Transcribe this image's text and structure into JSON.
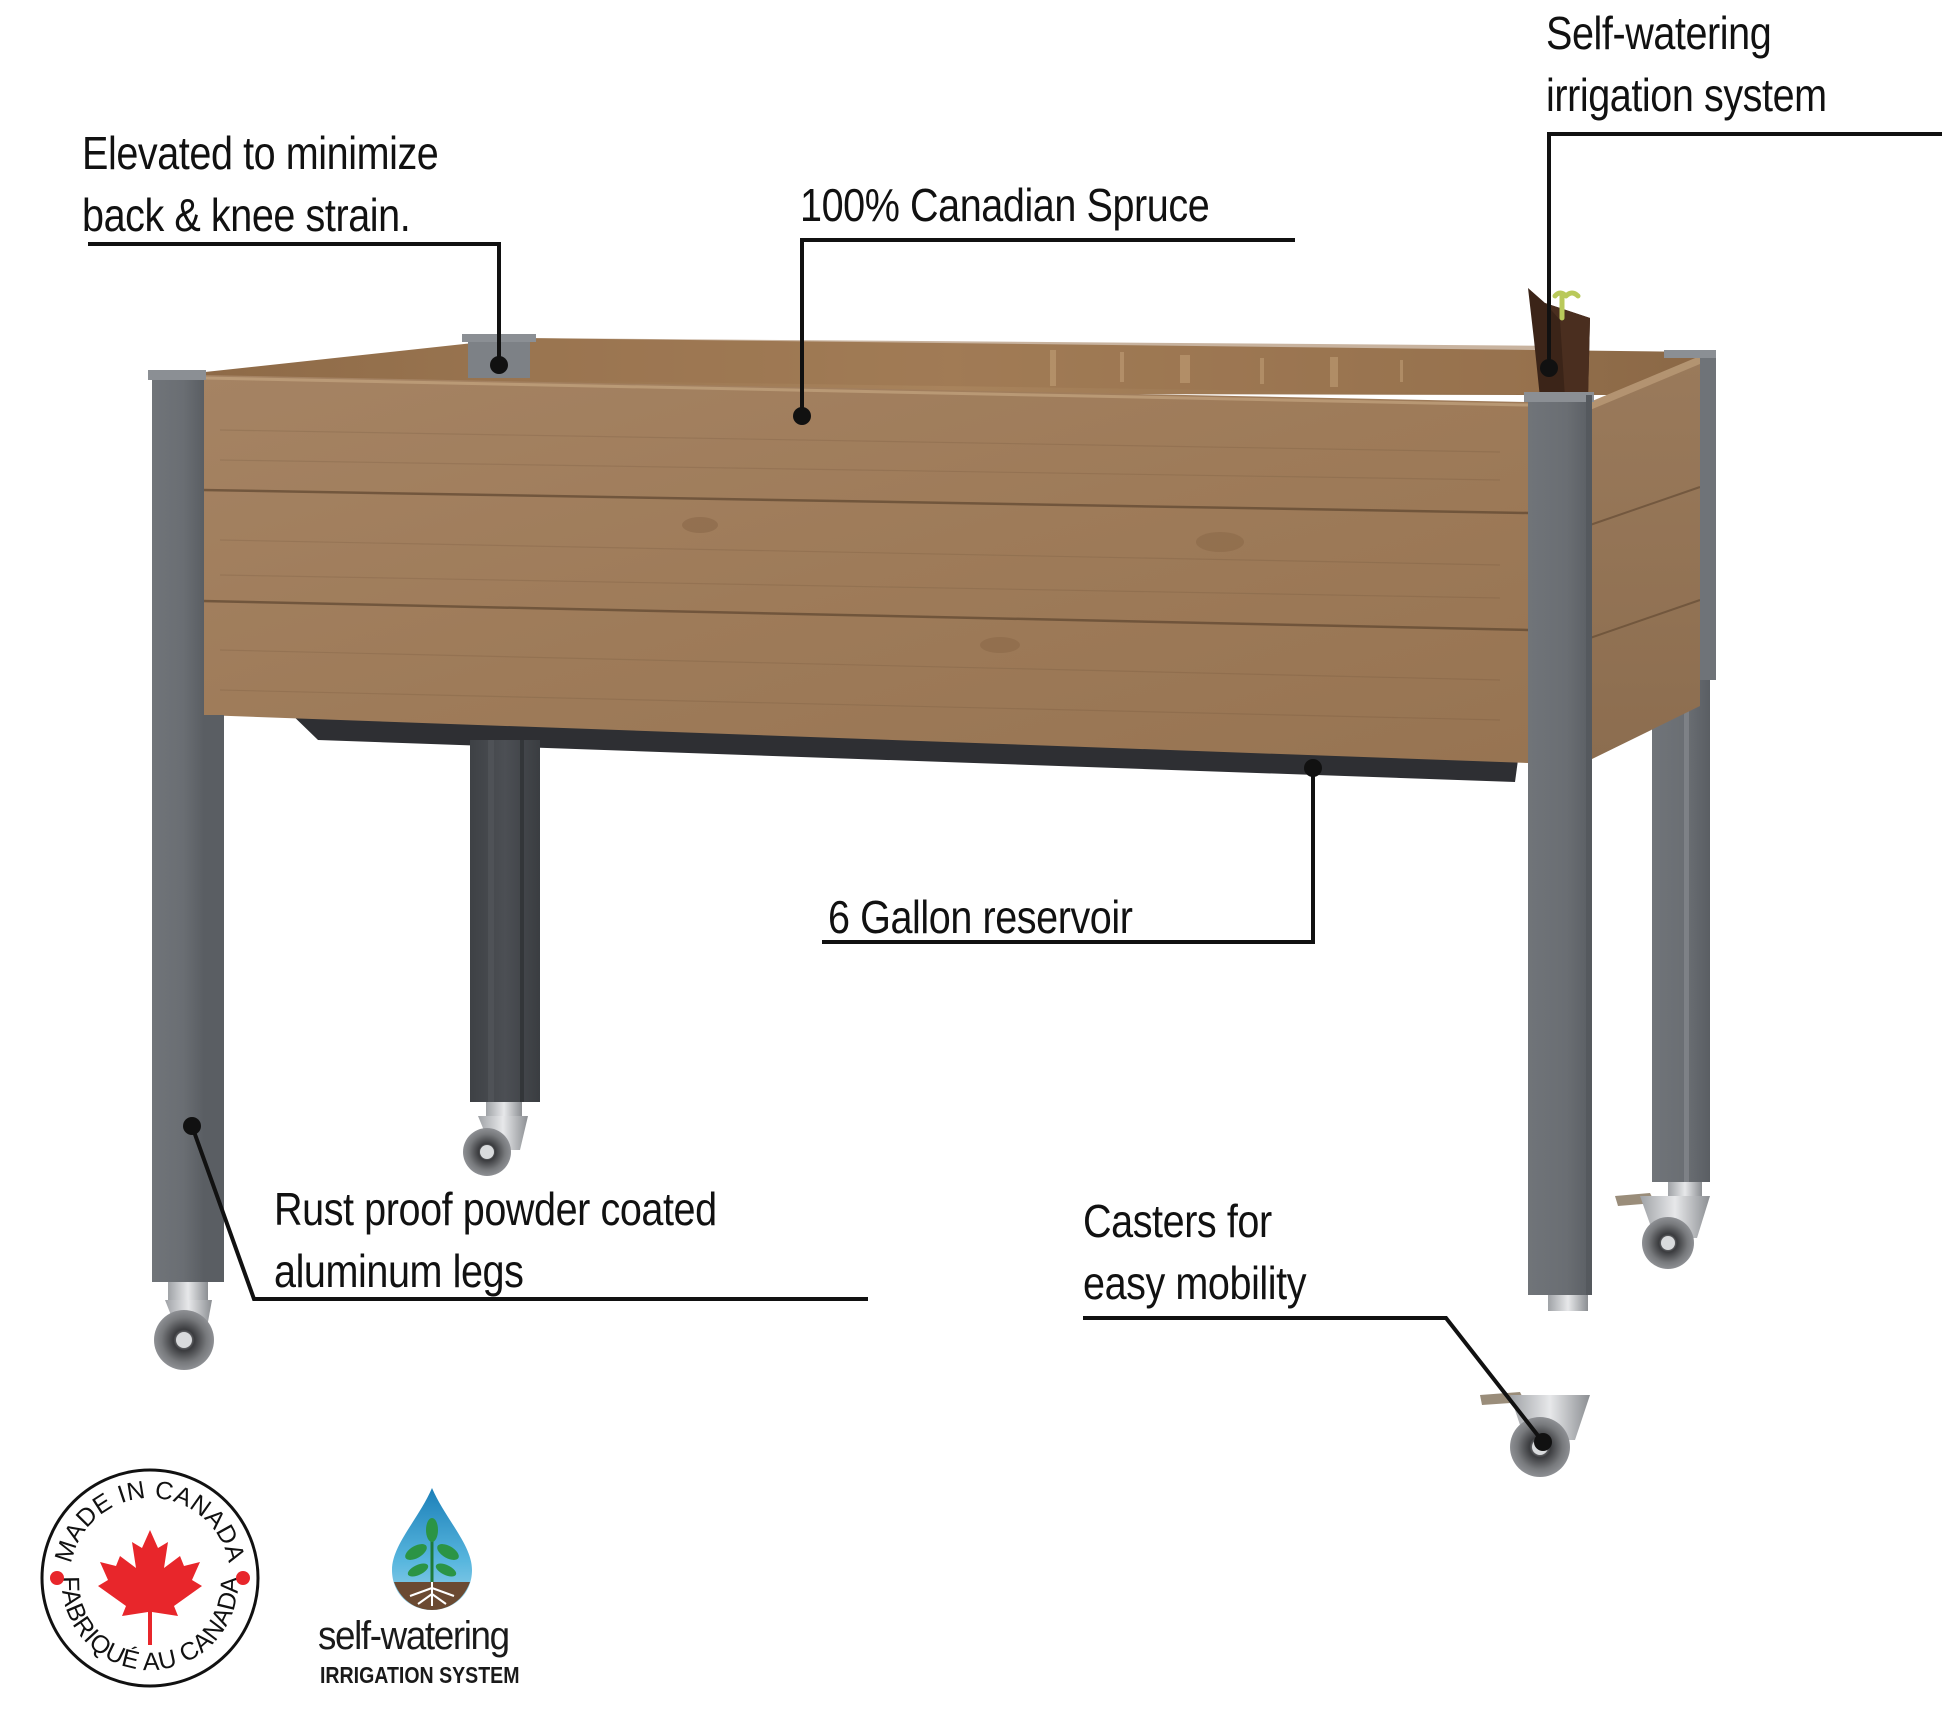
{
  "product": {
    "type": "elevated self-watering planter",
    "colors": {
      "wood": "#A07E5C",
      "wood_dark": "#8C6B4B",
      "leg": "#6E7278",
      "leg_dark": "#4F5358",
      "reservoir": "#2E2F33",
      "callout_line": "#111111"
    }
  },
  "callouts": [
    {
      "id": "elevated",
      "lines": [
        "Elevated to minimize",
        "back & knee strain."
      ]
    },
    {
      "id": "spruce",
      "lines": [
        "100% Canadian Spruce"
      ]
    },
    {
      "id": "self-watering",
      "lines": [
        "Self-watering",
        "irrigation system"
      ]
    },
    {
      "id": "reservoir",
      "lines": [
        "6 Gallon reservoir"
      ]
    },
    {
      "id": "legs",
      "lines": [
        "Rust proof powder coated",
        "aluminum legs"
      ]
    },
    {
      "id": "casters",
      "lines": [
        "Casters for",
        "easy mobility"
      ]
    }
  ],
  "badges": {
    "made_in_canada": {
      "top_text": "MADE IN CANADA",
      "bottom_text": "FABRIQUÉ AU CANADA",
      "leaf_color": "#E8262B",
      "icon": "maple-leaf-icon"
    },
    "self_watering": {
      "title": "self-watering",
      "subtitle": "IRRIGATION SYSTEM",
      "drop_color": "#2A8FC4",
      "icon": "water-drop-plant-icon"
    }
  }
}
